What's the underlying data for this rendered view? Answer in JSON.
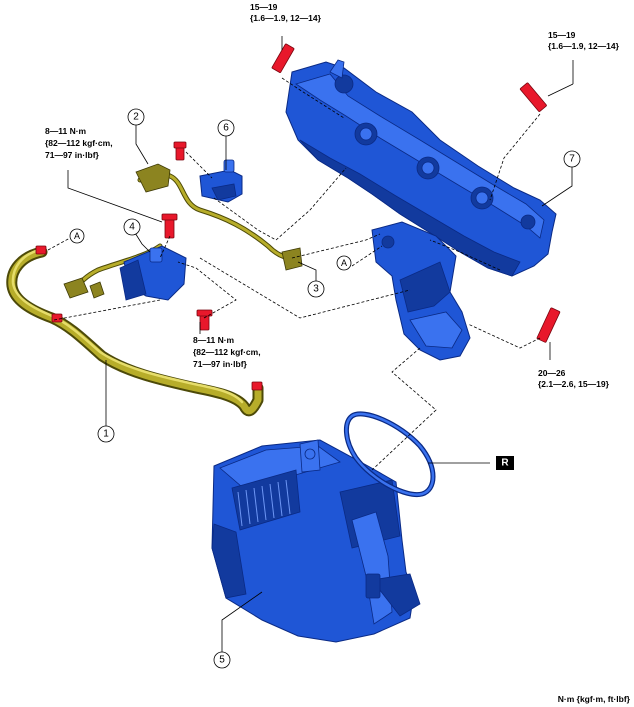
{
  "callouts": {
    "p1": "1",
    "p2": "2",
    "p3": "3",
    "p4": "4",
    "p5": "5",
    "p6": "6",
    "p7": "7"
  },
  "ref_a": "A",
  "ref_r": "R",
  "torques": {
    "top_center": [
      "15—19",
      "{1.6—1.9, 12—14}"
    ],
    "top_right": [
      "15—19",
      "{1.6—1.9, 12—14}"
    ],
    "bracket_upper": [
      "8—11 N·m",
      "{82—112 kgf·cm,",
      "71—97 in·lbf}"
    ],
    "bracket_lower": [
      "8—11 N·m",
      "{82—112 kgf·cm,",
      "71—97 in·lbf}"
    ],
    "egr_flange": [
      "20—26",
      "{2.1—2.6, 15—19}"
    ]
  },
  "units_legend": "N·m {kgf·m, ft·lbf}",
  "colors": {
    "component_blue": "#1f56d6",
    "hose_olive": "#b7ad2a",
    "bolt_red": "#e8182b"
  }
}
